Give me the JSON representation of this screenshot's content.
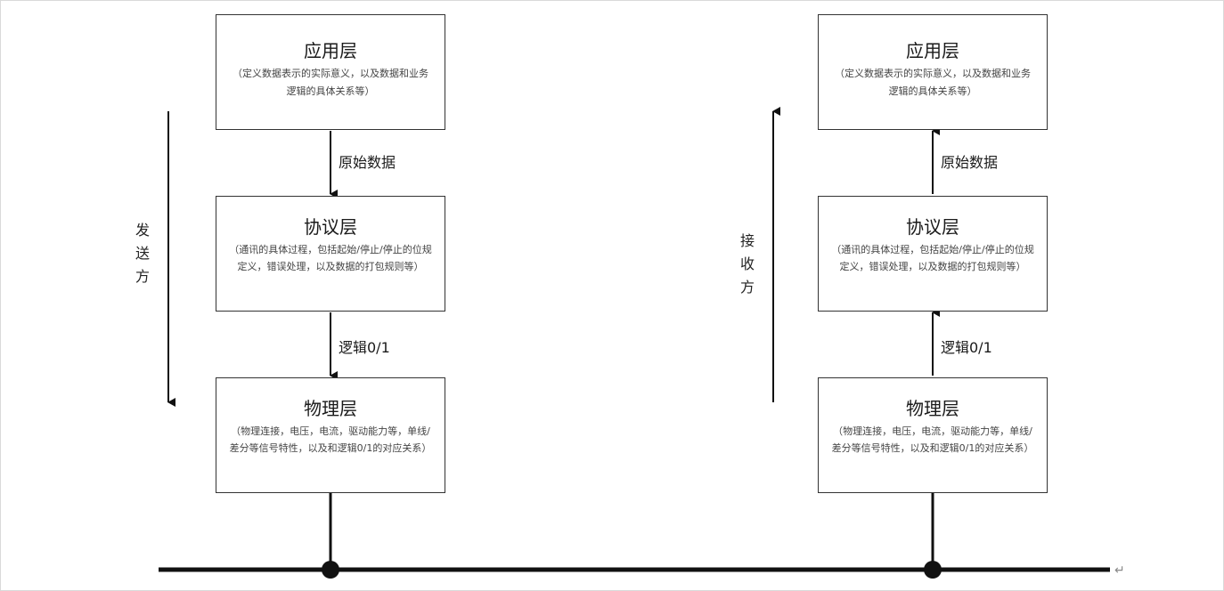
{
  "left": {
    "side_label": "发送方",
    "application": {
      "title": "应用层",
      "desc": "（定义数据表示的实际意义，以及数据和业务逻辑的具体关系等）"
    },
    "protocol": {
      "title": "协议层",
      "desc": "（通讯的具体过程，包括起始/停止/停止的位规定义，错误处理，以及数据的打包规则等）"
    },
    "physical": {
      "title": "物理层",
      "desc": "（物理连接，电压，电流，驱动能力等，单线/差分等信号特性，以及和逻辑0/1的对应关系）"
    },
    "link_upper": "原始数据",
    "link_lower": "逻辑0/1"
  },
  "right": {
    "side_label": "接收方",
    "application": {
      "title": "应用层",
      "desc": "（定义数据表示的实际意义，以及数据和业务逻辑的具体关系等）"
    },
    "protocol": {
      "title": "协议层",
      "desc": "（通讯的具体过程，包括起始/停止/停止的位规定义，错误处理，以及数据的打包规则等）"
    },
    "physical": {
      "title": "物理层",
      "desc": "（物理连接，电压，电流，驱动能力等，单线/差分等信号特性，以及和逻辑0/1的对应关系）"
    },
    "link_upper": "原始数据",
    "link_lower": "逻辑0/1"
  },
  "end_mark": "↵"
}
